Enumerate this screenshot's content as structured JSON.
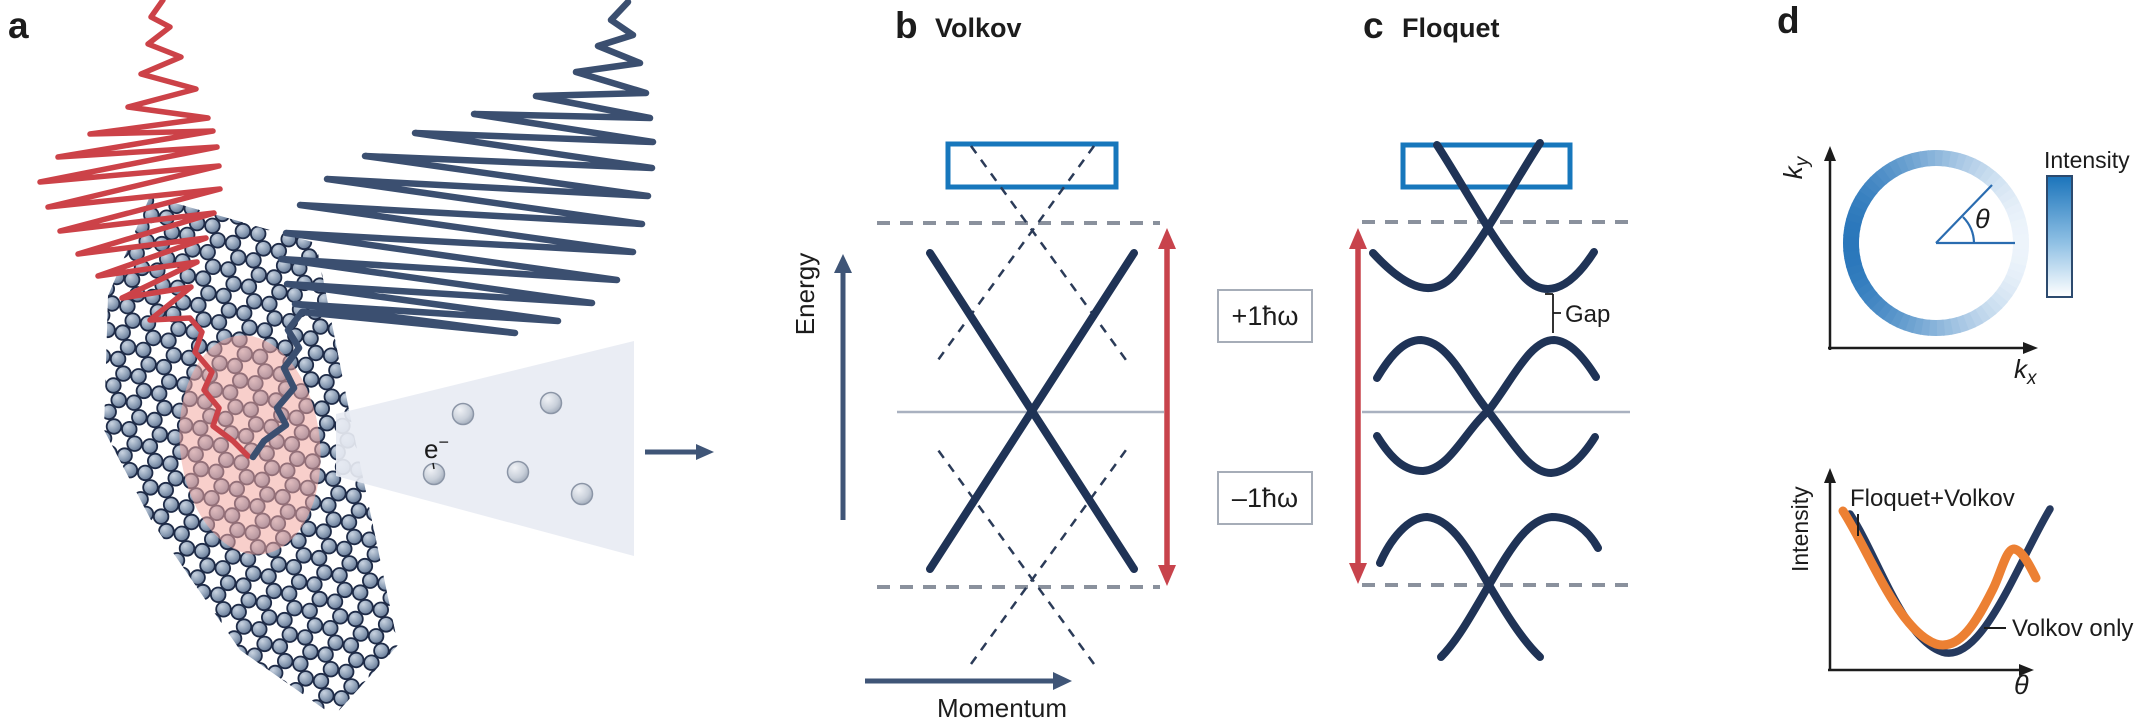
{
  "panels": {
    "a": {
      "label": "a",
      "electron": "e",
      "electron_sup": "−"
    },
    "b": {
      "label": "b",
      "title": "Volkov",
      "energy_axis": "Energy",
      "momentum_axis": "Momentum",
      "sideband_plus": "+1ħω",
      "sideband_minus": "–1ħω"
    },
    "c": {
      "label": "c",
      "title": "Floquet",
      "gap": "Gap"
    },
    "d": {
      "label": "d",
      "ky_main": "k",
      "ky_sub": "y",
      "kx_main": "k",
      "kx_sub": "x",
      "theta_top": "θ",
      "colorbar_title": "Intensity",
      "plot_ylabel": "Intensity",
      "plot_xlabel": "θ",
      "curve_floquet_volkov": "Floquet+Volkov",
      "curve_volkov_only": "Volkov only"
    }
  },
  "colors": {
    "red_pulse": "#cc4248",
    "red_arrow": "#c8434c",
    "navy_band": "#1f3356",
    "navy_pulse": "#3b4f70",
    "blue_window": "#1777bc",
    "orange_curve": "#ec8033",
    "ring_dark_blue": "#2a77bb",
    "ring_light_blue": "#edf4fb",
    "dashed_gray": "#8a919d",
    "zero_line_gray": "#a9b1c0",
    "laser_spot_pink": "#f2a8a0",
    "cone_gray": "#e8ecf3"
  },
  "chart_data": [
    {
      "type": "scatter",
      "subtype": "schematic-momentum-ring",
      "xlabel": "kx",
      "ylabel": "ky",
      "annotation": "θ measured from kx axis",
      "colorbar_label": "Intensity",
      "description": "Circular constant-energy contour; intensity maximal near θ = 180° (dark blue) and minimal near θ = 0° (white).",
      "intensity_vs_theta": {
        "theta_deg": [
          0,
          90,
          180,
          270,
          360
        ],
        "intensity": [
          0.05,
          0.5,
          1.0,
          0.5,
          0.05
        ]
      }
    },
    {
      "type": "line",
      "xlabel": "θ",
      "ylabel": "Intensity",
      "axis_ticks": "none (schematic)",
      "series": [
        {
          "name": "Volkov only",
          "color": "#25395e",
          "x": [
            0.0,
            0.1,
            0.2,
            0.3,
            0.4,
            0.5,
            0.6,
            0.7,
            0.8,
            0.9,
            1.0
          ],
          "y": [
            0.77,
            0.6,
            0.42,
            0.25,
            0.12,
            0.08,
            0.12,
            0.25,
            0.45,
            0.63,
            0.8
          ]
        },
        {
          "name": "Floquet+Volkov",
          "color": "#ec8033",
          "x": [
            0.0,
            0.1,
            0.2,
            0.3,
            0.4,
            0.5,
            0.6,
            0.7,
            0.8,
            0.86,
            0.93
          ],
          "y": [
            0.79,
            0.62,
            0.44,
            0.28,
            0.15,
            0.11,
            0.2,
            0.4,
            0.58,
            0.6,
            0.46
          ]
        }
      ],
      "legend_position": "inline labels with leader lines"
    }
  ]
}
